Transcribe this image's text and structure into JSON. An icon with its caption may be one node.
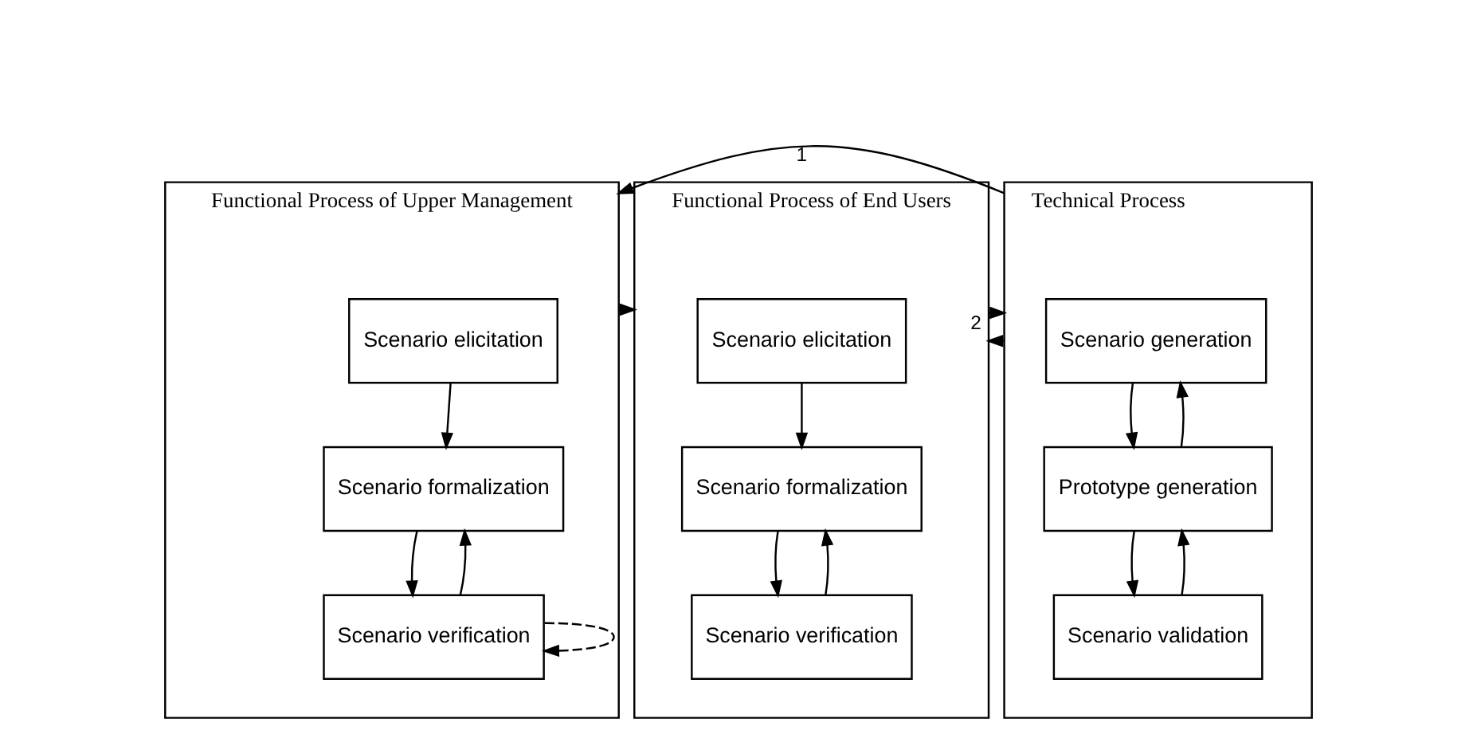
{
  "diagram": {
    "nodes": [
      {
        "text": [
          "Functional Process of Upper Management"
        ]
      },
      {
        "text": [
          "Scenario elicitation"
        ],
        "in": 0
      },
      {
        "text": [
          "Scenario formalization"
        ],
        "in": 0
      },
      {
        "text": [
          "Scenario verification"
        ],
        "in": 0
      },
      {
        "text": [
          "Functional Process of End Users"
        ]
      },
      {
        "text": [
          "Scenario elicitation"
        ],
        "in": 4
      },
      {
        "text": [
          "Scenario formalization"
        ],
        "in": 4
      },
      {
        "text": [
          "Scenario verification"
        ],
        "in": 4
      },
      {
        "text": [
          "Technical Process"
        ]
      },
      {
        "text": [
          "Scenario generation"
        ],
        "in": 8
      },
      {
        "text": [
          "Prototype generation"
        ],
        "in": 8
      },
      {
        "text": [
          "Scenario validation"
        ],
        "in": 8
      }
    ],
    "edges": [
      {
        "from": 1,
        "to": 2,
        "arrow": "to"
      },
      {
        "from": 2,
        "to": 3,
        "arrow": "to"
      },
      {
        "from": 3,
        "to": 2,
        "arrow": "to"
      },
      {
        "from": 3,
        "to": 3,
        "arrow": "to",
        "style": "dashed"
      },
      {
        "from": 0,
        "to": 4,
        "arrow": "to"
      },
      {
        "from": 5,
        "to": 6,
        "arrow": "to"
      },
      {
        "from": 6,
        "to": 7,
        "arrow": "to"
      },
      {
        "from": 7,
        "to": 6,
        "arrow": "to"
      },
      {
        "from": 4,
        "to": 8,
        "arrow": "to"
      },
      {
        "from": 9,
        "to": 10,
        "arrow": "to"
      },
      {
        "from": 10,
        "to": 11,
        "arrow": "to"
      },
      {
        "from": 10,
        "to": 9,
        "arrow": "to"
      },
      {
        "from": 11,
        "to": 10,
        "arrow": "to"
      },
      {
        "from": 8,
        "to": 4,
        "label": "2",
        "arrow": "to"
      },
      {
        "from": 8,
        "to": 0,
        "label": "1",
        "arrow": "to"
      }
    ]
  }
}
